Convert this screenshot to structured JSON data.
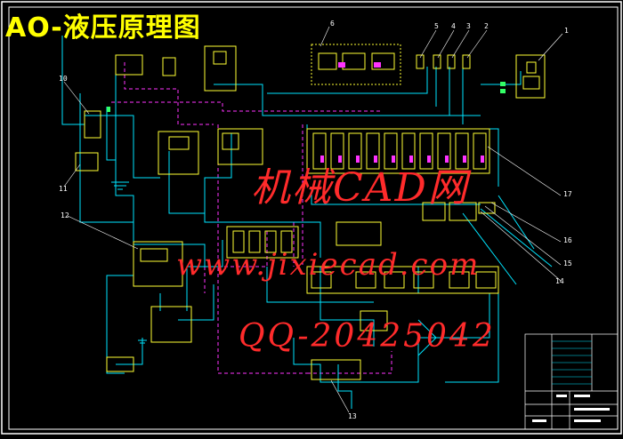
{
  "title": "AO-液压原理图",
  "watermark": {
    "line1": "机械CAD网",
    "line2": "www.jixiecad.com",
    "line3": "QQ-20425042"
  },
  "callouts": {
    "c1": "1",
    "c2": "2",
    "c3": "3",
    "c4": "4",
    "c5": "5",
    "c6": "6",
    "c10": "10",
    "c11": "11",
    "c12": "12",
    "c13": "13",
    "c14": "14",
    "c15": "15",
    "c16": "16",
    "c17": "17"
  },
  "colors": {
    "background": "#000000",
    "frame": "#ffffff",
    "line_cyan": "#00e5ff",
    "line_magenta": "#ff33ff",
    "component_yellow": "#ffff33",
    "title_yellow": "#ffff00",
    "watermark_red": "#ff2b2b"
  }
}
